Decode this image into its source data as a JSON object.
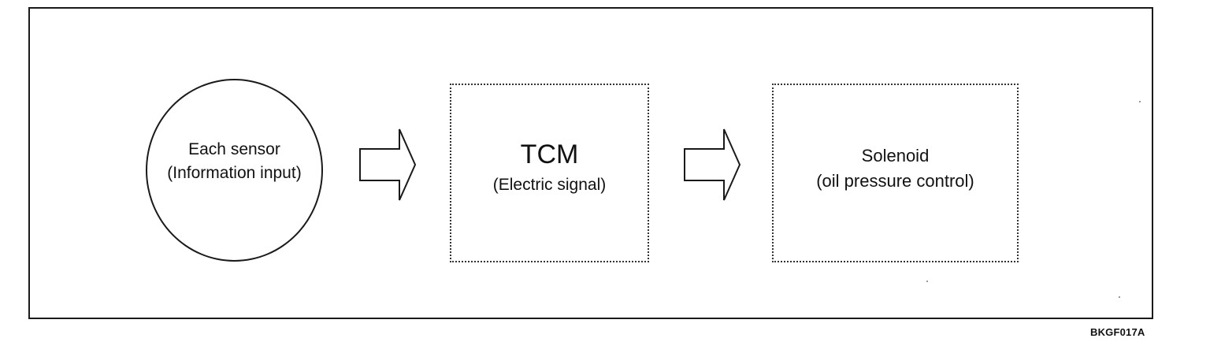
{
  "nodes": {
    "sensor": {
      "line1": "Each sensor",
      "line2": "(Information input)"
    },
    "tcm": {
      "title": "TCM",
      "subtitle": "(Electric signal)"
    },
    "solenoid": {
      "title": "Solenoid",
      "subtitle": "(oil pressure control)"
    }
  },
  "figure_id": "BKGF017A"
}
